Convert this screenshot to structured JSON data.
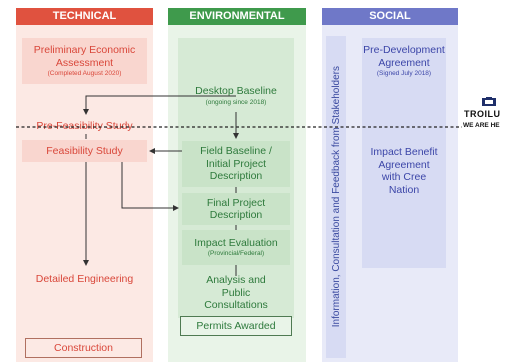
{
  "technical": {
    "header": "TECHNICAL",
    "preliminary": {
      "title": "Preliminary Economic Assessment",
      "note": "(Completed August 2020)"
    },
    "pre_feasibility": "Pre-Feasibility Study",
    "feasibility": "Feasibility Study",
    "detailed_engineering": "Detailed Engineering",
    "construction": "Construction"
  },
  "environmental": {
    "header": "ENVIRONMENTAL",
    "desktop": {
      "title": "Desktop Baseline",
      "note": "(ongoing since 2018)"
    },
    "field": "Field Baseline / Initial Project Description",
    "final": "Final Project Description",
    "impact": {
      "title": "Impact Evaluation",
      "note": "(Provincial/Federal)"
    },
    "analysis": "Analysis and Public Consultations",
    "permits": "Permits Awarded"
  },
  "social": {
    "header": "SOCIAL",
    "vertical": "Information, Consultation and Feedback from Stakeholders",
    "pre_dev": {
      "title": "Pre-Development Agreement",
      "note": "(Signed July 2018)"
    },
    "iba": "Impact Benefit Agreement with Cree Nation"
  },
  "marker": {
    "brand": "TROILU",
    "tagline": "WE ARE HE"
  },
  "colors": {
    "technical": "#e0523f",
    "environmental": "#3f9a4c",
    "social": "#6f78c8"
  }
}
